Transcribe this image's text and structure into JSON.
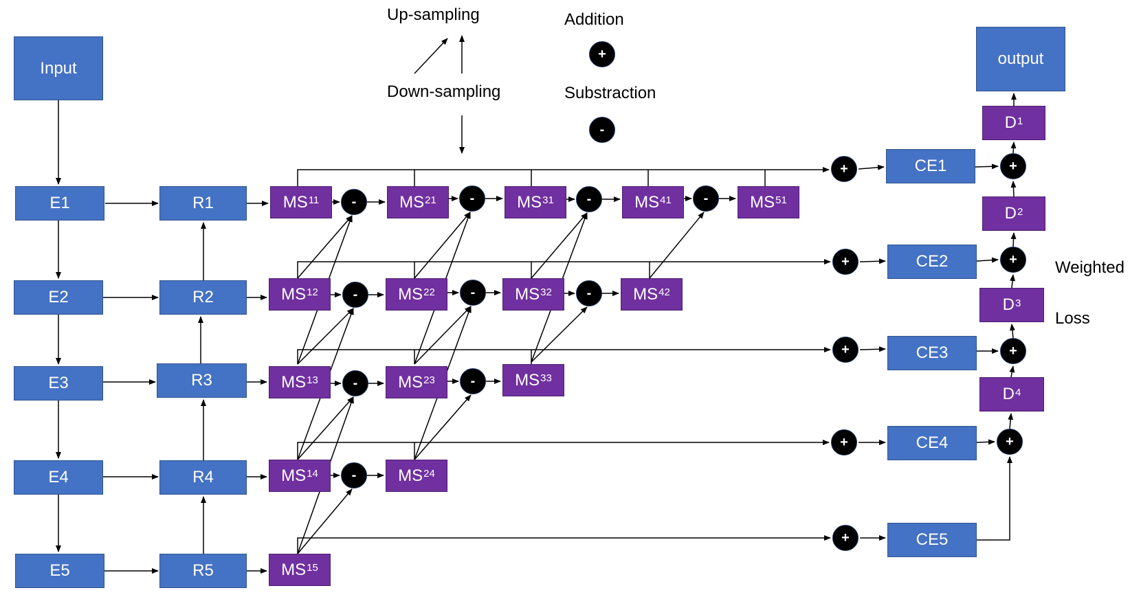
{
  "legend": {
    "upsampling": "Up-sampling",
    "downsampling": "Down-sampling",
    "addition": "Addition",
    "substraction": "Substraction",
    "plus_symbol": "+",
    "minus_symbol": "-"
  },
  "input_label": "Input",
  "output_label": "output",
  "encoders": [
    "E1",
    "E2",
    "E3",
    "E4",
    "E5"
  ],
  "refiners": [
    "R1",
    "R2",
    "R3",
    "R4",
    "R5"
  ],
  "ms_prefix": "MS",
  "ms": {
    "row1": [
      "11",
      "21",
      "31",
      "41",
      "51"
    ],
    "row2": [
      "12",
      "22",
      "32",
      "42"
    ],
    "row3": [
      "13",
      "23",
      "33"
    ],
    "row4": [
      "14",
      "24"
    ],
    "row5": [
      "15"
    ]
  },
  "ce": [
    "CE1",
    "CE2",
    "CE3",
    "CE4",
    "CE5"
  ],
  "decoders": {
    "prefix": "D",
    "sups": [
      "1",
      "2",
      "3",
      "4"
    ]
  },
  "weighted_loss": [
    "Weighted",
    "Loss"
  ],
  "colors": {
    "blue": "#4472c4",
    "purple": "#7030a0",
    "operator": "#000000"
  }
}
